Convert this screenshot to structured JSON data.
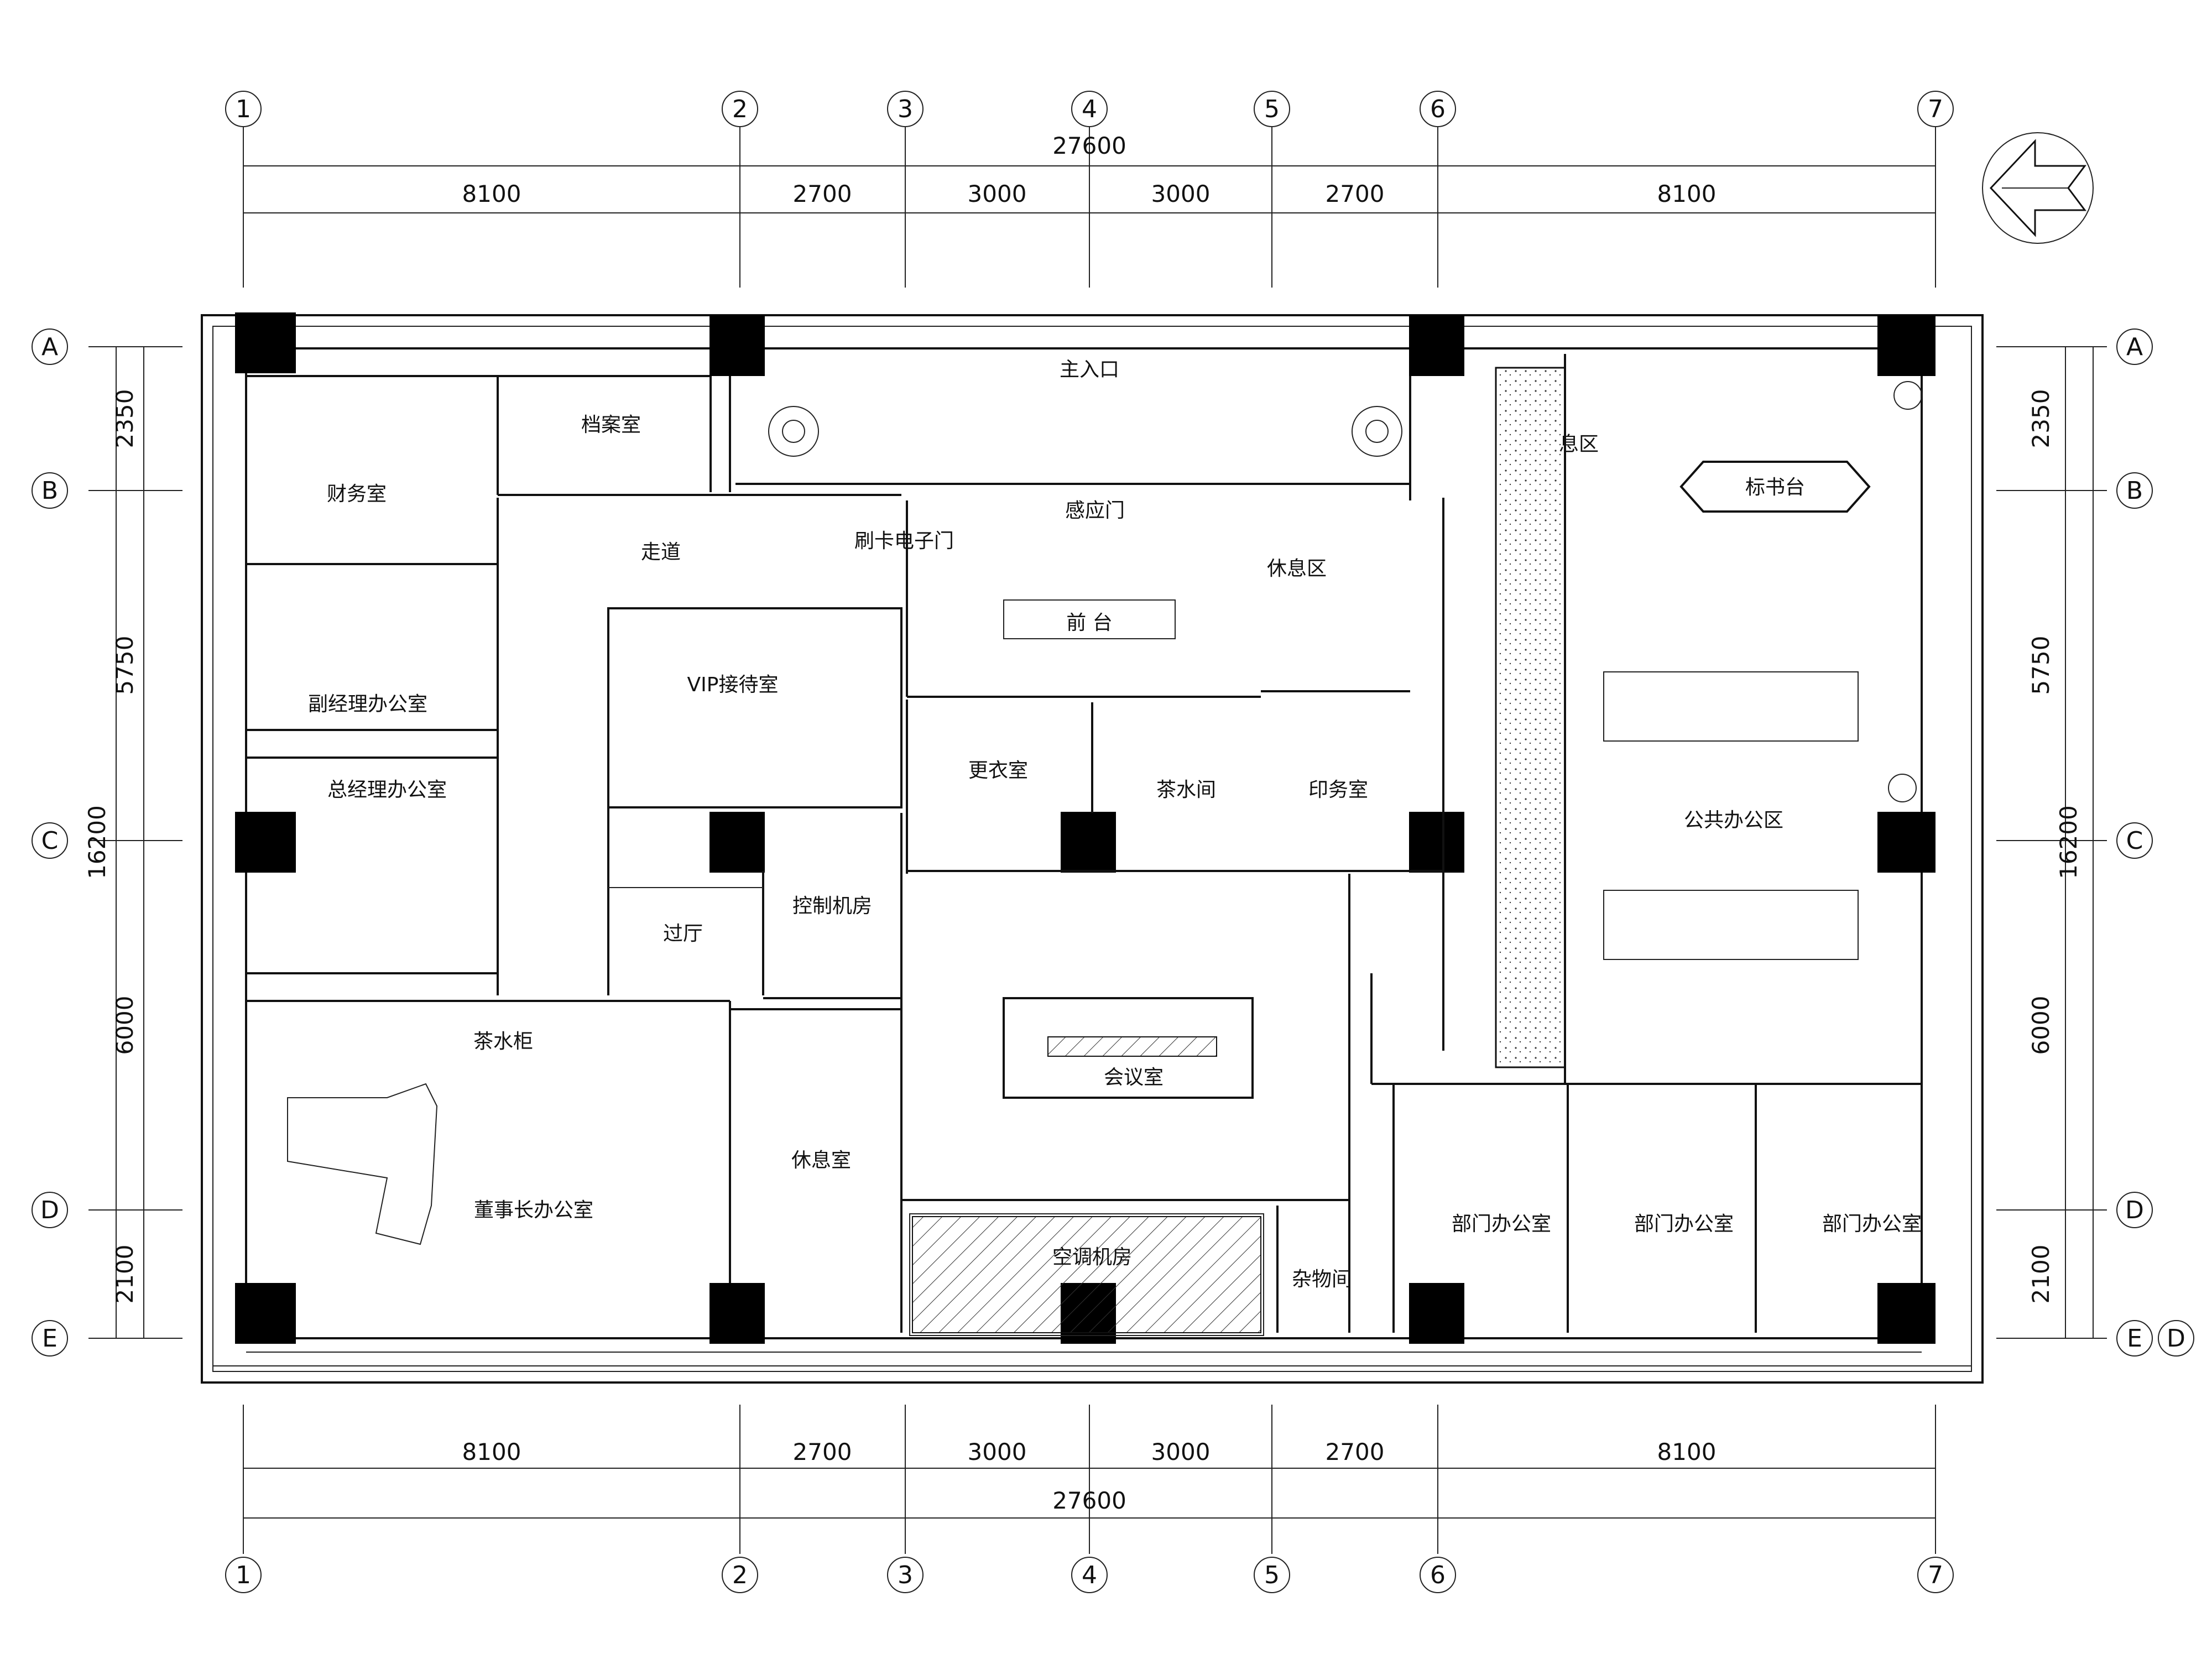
{
  "axes_x": [
    "1",
    "2",
    "3",
    "4",
    "5",
    "6",
    "7"
  ],
  "axes_y": [
    "A",
    "B",
    "C",
    "D",
    "E"
  ],
  "axis_extra": "D",
  "dims_top_total": "27600",
  "dims_top": [
    "8100",
    "2700",
    "3000",
    "3000",
    "2700",
    "8100"
  ],
  "dims_bottom": [
    "8100",
    "2700",
    "3000",
    "3000",
    "2700",
    "8100"
  ],
  "dims_bottom_total": "27600",
  "dims_left": [
    "2350",
    "5750",
    "6000",
    "2100"
  ],
  "dims_left_total": "16200",
  "dims_right": [
    "2350",
    "5750",
    "6000",
    "2100"
  ],
  "dims_right_total": "16200",
  "rooms": {
    "finance": "财务室",
    "archive": "档案室",
    "entrance": "主入口",
    "rest_area_top": "息区",
    "bid_table": "标书台",
    "corridor": "走道",
    "card_door": "刷卡电子门",
    "sensor_door": "感应门",
    "lounge": "休息区",
    "reception": "前  台",
    "deputy_office": "副经理办公室",
    "vip": "VIP接待室",
    "changing": "更衣室",
    "tea_room": "茶水间",
    "print_room": "印务室",
    "gm_office": "总经理办公室",
    "public_office": "公共办公区",
    "hall": "过厅",
    "control_room": "控制机房",
    "tea_cabinet": "茶水柜",
    "meeting": "会议室",
    "rest_room": "休息室",
    "chairman": "董事长办公室",
    "dept1": "部门办公室",
    "dept2": "部门办公室",
    "dept3": "部门办公室",
    "hvac": "空调机房",
    "storage": "杂物间"
  }
}
